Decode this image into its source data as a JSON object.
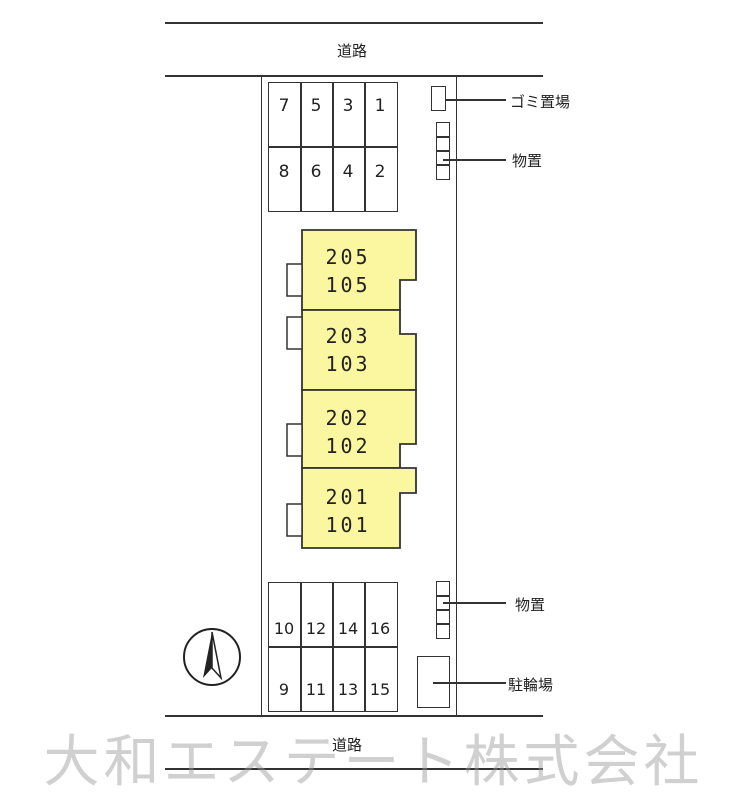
{
  "roads": {
    "top_label": "道路",
    "bottom_label": "道路"
  },
  "parking_top": {
    "row1": [
      "7",
      "5",
      "3",
      "1"
    ],
    "row2": [
      "8",
      "6",
      "4",
      "2"
    ]
  },
  "parking_bottom": {
    "row1": [
      "10",
      "12",
      "14",
      "16"
    ],
    "row2": [
      "9",
      "11",
      "13",
      "15"
    ]
  },
  "labels": {
    "garbage": "ゴミ置場",
    "storage_top": "物置",
    "storage_bottom": "物置",
    "bicycle": "駐輪場"
  },
  "buildings": [
    {
      "upper": "205",
      "lower": "105"
    },
    {
      "upper": "203",
      "lower": "103"
    },
    {
      "upper": "202",
      "lower": "102"
    },
    {
      "upper": "201",
      "lower": "101"
    }
  ],
  "colors": {
    "building_fill": "#fbf6a0",
    "outline": "#333333"
  },
  "compass": {
    "icon": "north-arrow-icon"
  },
  "watermark": "大和エステート株式会社"
}
